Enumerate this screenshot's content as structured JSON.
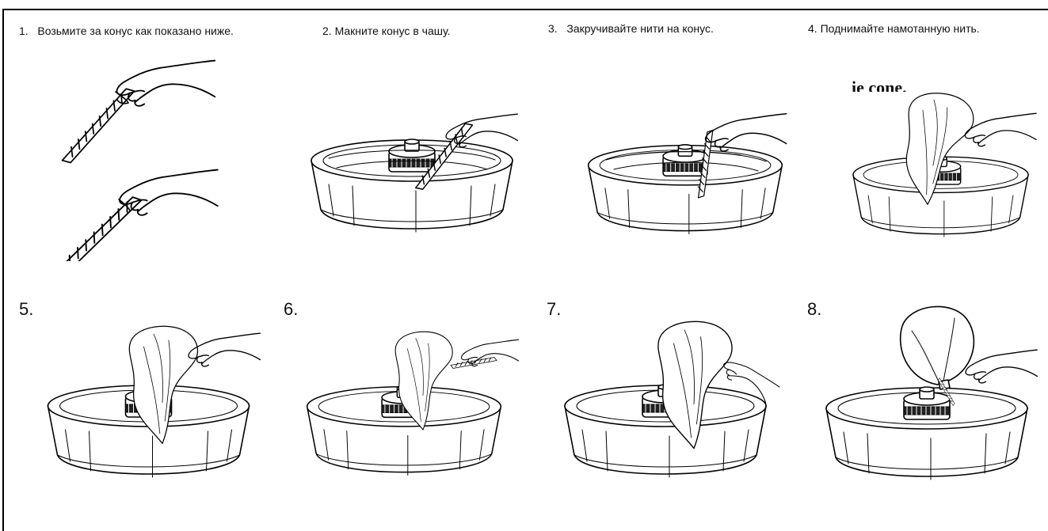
{
  "steps": [
    {
      "number": "1.",
      "caption": "Возьмите за конус как показано ниже."
    },
    {
      "number": "2.",
      "caption": "Макните конус в чашу."
    },
    {
      "number": "3.",
      "caption": "Закручивайте нити на конус."
    },
    {
      "number": "4.",
      "caption": "Поднимайте намотанную нить."
    },
    {
      "number": "5.",
      "caption": ""
    },
    {
      "number": "6.",
      "caption": ""
    },
    {
      "number": "7.",
      "caption": ""
    },
    {
      "number": "8.",
      "caption": ""
    }
  ],
  "fragment_text": "ie cone.",
  "illustrations": {
    "step1": "hand-holding-cone",
    "step2": "cone-dipped-in-bowl",
    "step3": "twirling-floss-on-cone",
    "step4": "lifting-floss",
    "step5": "floss-rising-from-bowl",
    "step6": "floss-gathered-on-cone",
    "step7": "large-floss-cloud",
    "step8": "finished-cotton-candy"
  }
}
